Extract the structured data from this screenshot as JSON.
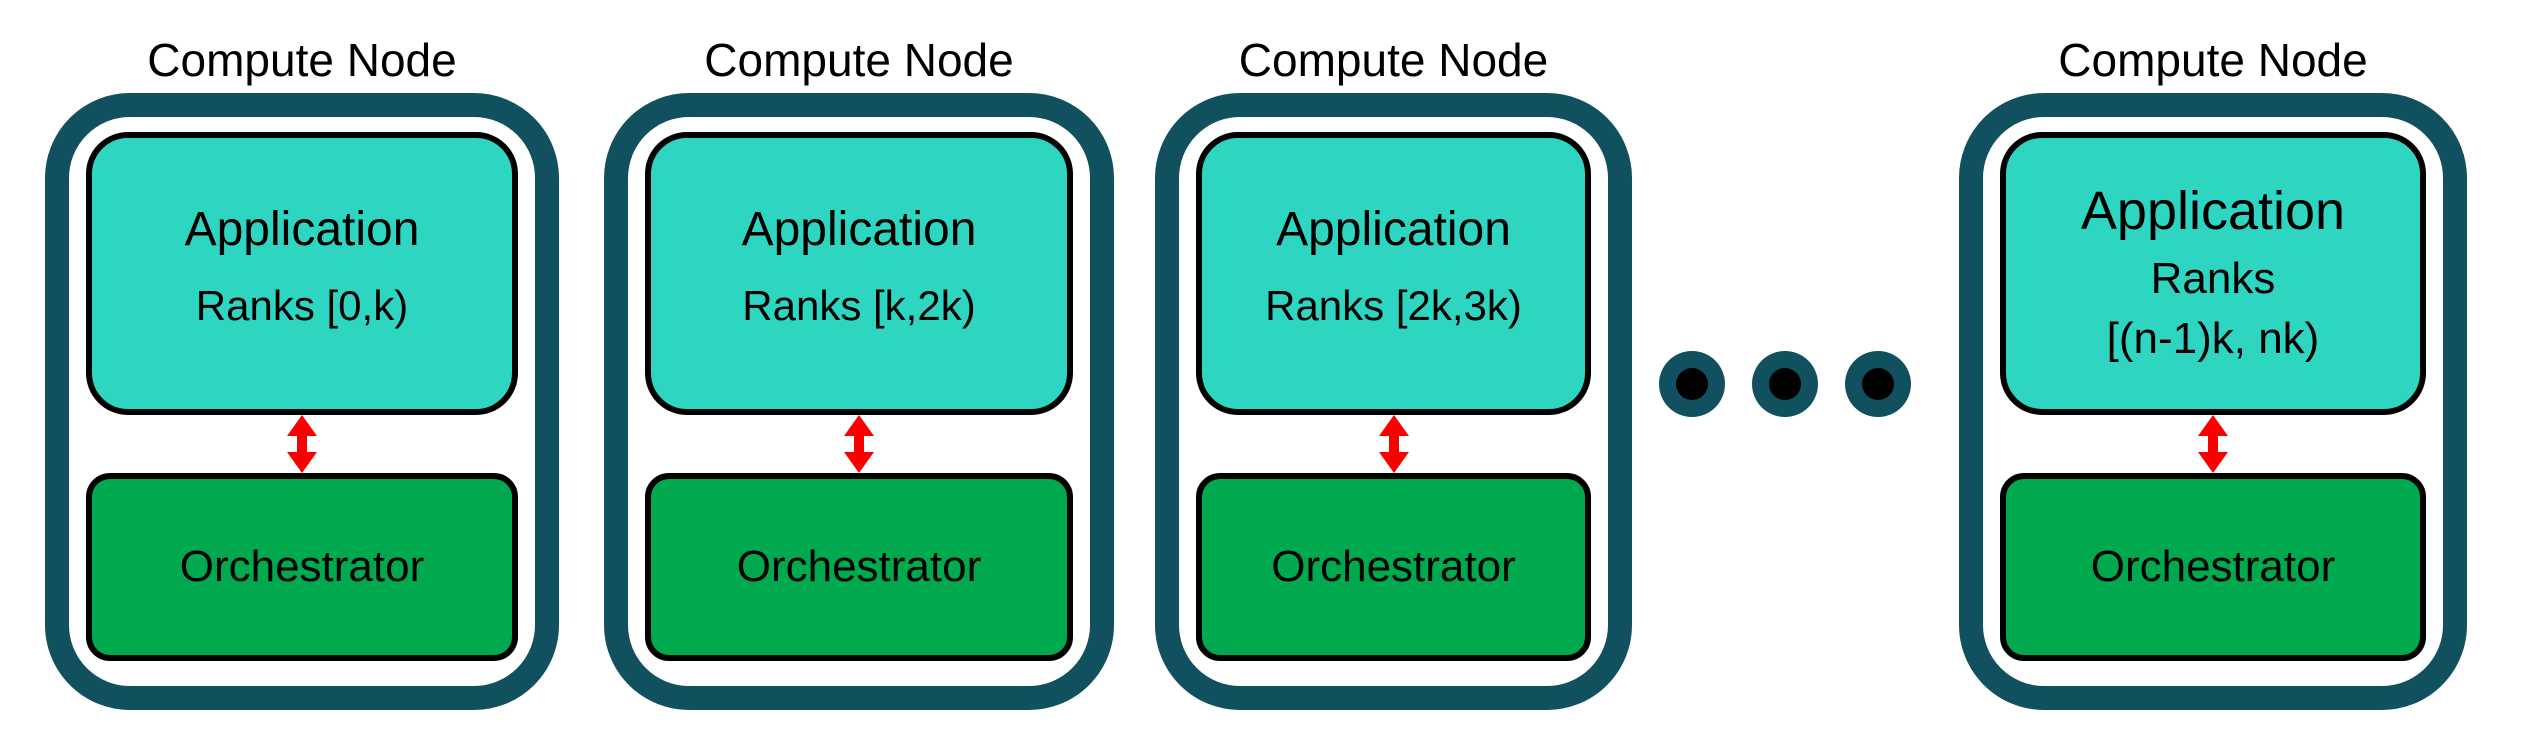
{
  "diagram": {
    "description": "Row of compute nodes, each containing an Application box linked to an Orchestrator box by a red bidirectional arrow, with an ellipsis before the last node",
    "colors": {
      "node_border": "#11505f",
      "application_fill": "#2ed6c2",
      "orchestrator_fill": "#00a84e",
      "arrow": "#fb0000",
      "box_outline": "#000000",
      "text": "#000000",
      "background": "#ffffff"
    },
    "nodes": [
      {
        "title": "Compute Node",
        "app_lines": [
          "Application",
          "Ranks [0,k)"
        ],
        "orchestrator_label": "Orchestrator"
      },
      {
        "title": "Compute Node",
        "app_lines": [
          "Application",
          "Ranks [k,2k)"
        ],
        "orchestrator_label": "Orchestrator"
      },
      {
        "title": "Compute Node",
        "app_lines": [
          "Application",
          "Ranks [2k,3k)"
        ],
        "orchestrator_label": "Orchestrator"
      },
      {
        "title": "Compute Node",
        "app_lines": [
          "Application",
          "Ranks",
          "[(n-1)k, nk)"
        ],
        "orchestrator_label": "Orchestrator"
      }
    ],
    "ellipsis": {
      "dot_count": 3
    }
  }
}
